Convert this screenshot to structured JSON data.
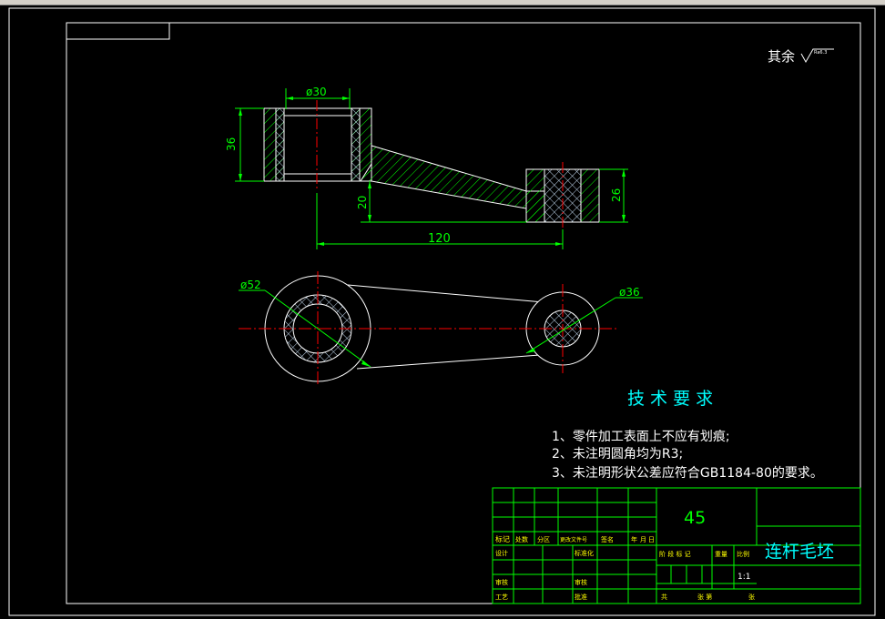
{
  "colors": {
    "background": "#000000",
    "frame": "#ffffff",
    "dimension": "#00ff00",
    "hatch": "#00ff00",
    "centerline": "#ff0000",
    "text": "#00ffff",
    "table": "#00ff00",
    "table_text": "#ffff00"
  },
  "roughness": {
    "label": "其余",
    "value": "Ra6.3"
  },
  "dimensions": {
    "top_bore": "ø30",
    "top_height": "36",
    "arm_offset": "20",
    "center_distance": "120",
    "small_end_height": "26",
    "big_end_dia": "ø52",
    "small_end_dia": "ø36"
  },
  "tech_requirements": {
    "title": "技 术 要 求",
    "items": [
      "1、零件加工表面上不应有划痕;",
      "2、未注明圆角均为R3;",
      "3、未注明形状公差应符合GB1184-80的要求。"
    ]
  },
  "title_block": {
    "material": "45",
    "part_name": "连杆毛坯",
    "scale": "1:1",
    "labels": {
      "mark": "标记",
      "count": "处数",
      "zone": "分区",
      "change_doc": "更改文件号",
      "signature": "签名",
      "year": "年",
      "month": "月",
      "day": "日",
      "designer": "设计",
      "standardize": "标准化",
      "review": "审核",
      "process": "工艺",
      "check": "审核",
      "approve": "批准",
      "stage_mark": "阶 段 标 记",
      "weight": "重量",
      "scale_label": "比例",
      "sheets_total": "共",
      "sheet_no": "张 第",
      "sheet_unit": "张"
    }
  }
}
